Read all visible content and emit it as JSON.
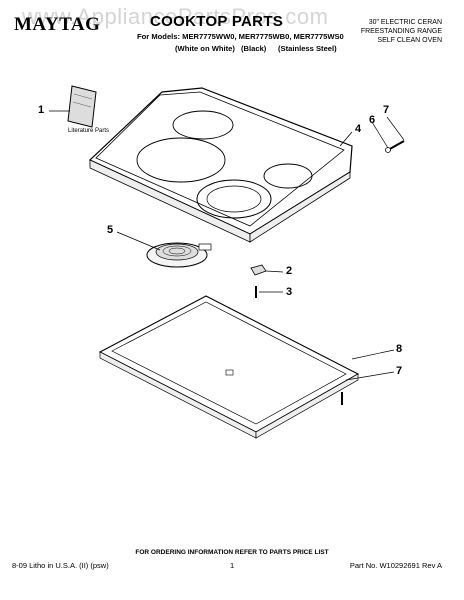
{
  "watermark": "www.AppliancePartsPros.com",
  "brand": "MAYTAG",
  "title": "COOKTOP PARTS",
  "models_line": "For Models: MER7775WW0, MER7775WB0, MER7775WS0",
  "variants": [
    "(White on White)",
    "(Black)",
    "(Stainless Steel)"
  ],
  "description": [
    "30\" ELECTRIC CERAN",
    "FREESTANDING RANGE",
    "SELF CLEAN OVEN"
  ],
  "literature_label": "Literature Parts",
  "callouts": [
    "1",
    "2",
    "3",
    "4",
    "5",
    "6",
    "7",
    "8",
    "7"
  ],
  "footer_note": "FOR ORDERING INFORMATION REFER TO PARTS PRICE LIST",
  "footer": {
    "left": "8-09 Litho in U.S.A. (II) (psw)",
    "center": "1",
    "right": "Part No. W10292691 Rev A"
  }
}
